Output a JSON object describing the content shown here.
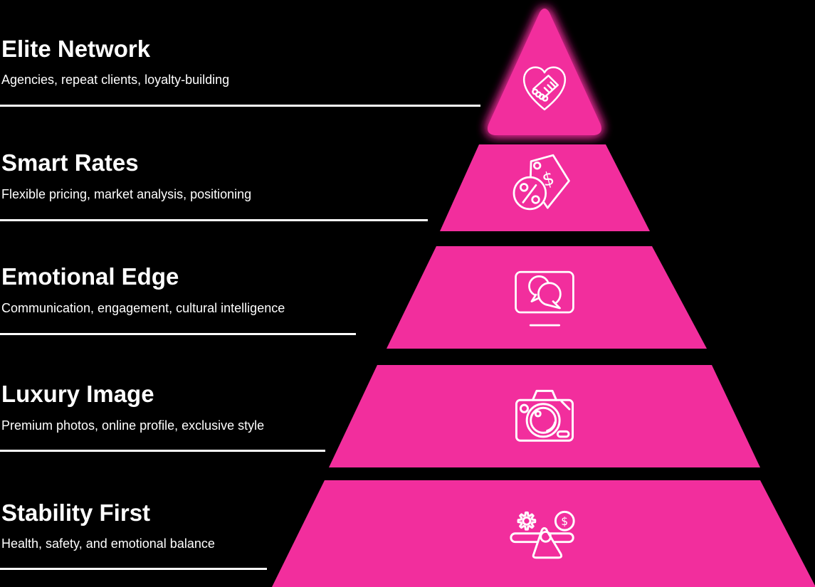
{
  "theme": {
    "background": "#000000",
    "text_color": "#FFFFFF",
    "pyramid_color": "#F22E9D"
  },
  "glyphs": {
    "dollar": "$"
  },
  "levels": [
    {
      "title": "Elite Network",
      "subtitle": "Agencies, repeat clients, loyalty-building",
      "icon": "handshake-heart-icon"
    },
    {
      "title": "Smart Rates",
      "subtitle": "Flexible pricing, market analysis, positioning",
      "icon": "price-tags-icon"
    },
    {
      "title": "Emotional Edge",
      "subtitle": "Communication, engagement, cultural intelligence",
      "icon": "chat-screen-icon"
    },
    {
      "title": "Luxury Image",
      "subtitle": "Premium photos, online profile, exclusive style",
      "icon": "camera-icon"
    },
    {
      "title": "Stability First",
      "subtitle": "Health, safety, and emotional balance",
      "icon": "balance-scale-icon"
    }
  ]
}
